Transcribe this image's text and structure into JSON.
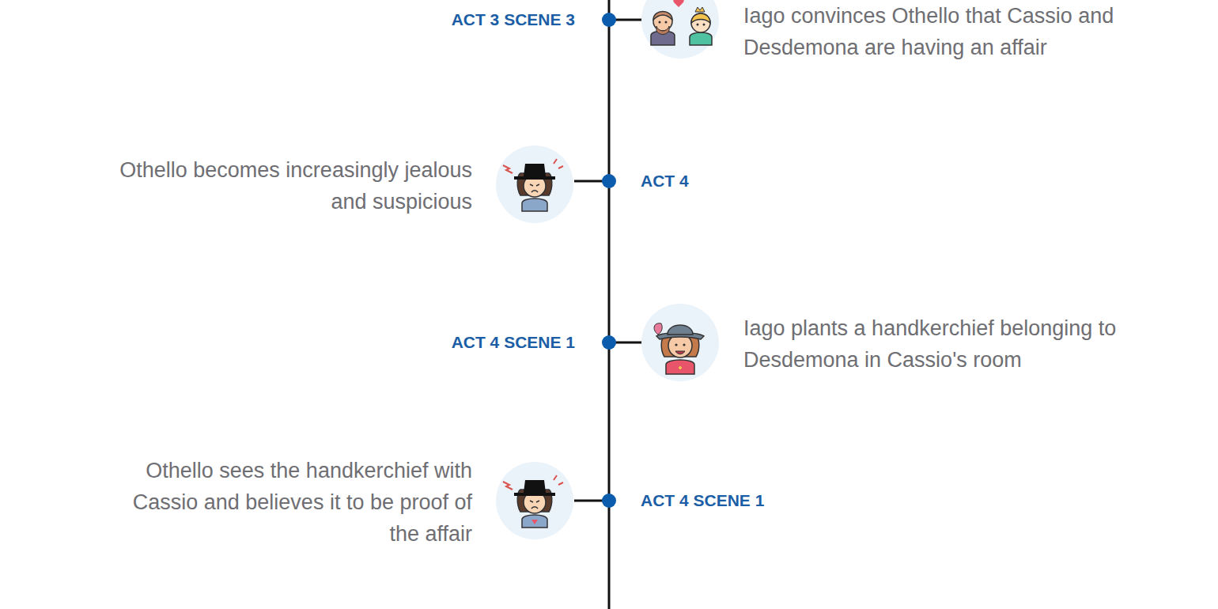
{
  "diagram": {
    "labels": [
      "ACT 3 SCENE 3",
      "Iago convinces Othello that Cassio and Desdemona are having an affair",
      "Othello becomes increasingly jealous and suspicious",
      "ACT 4",
      "ACT 4 SCENE 1",
      "Iago plants a handkerchief belonging to Desdemona in Cassio's room",
      "Othello sees the handkerchief with Cassio and believes it to be proof of the affair",
      "ACT 4 SCENE 1"
    ]
  }
}
